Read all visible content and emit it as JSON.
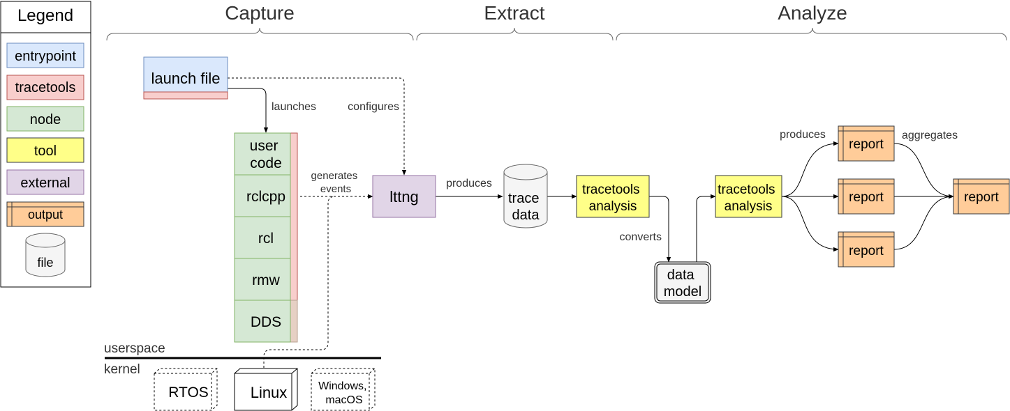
{
  "legend": {
    "title": "Legend",
    "items": [
      "entrypoint",
      "tracetools",
      "node",
      "tool",
      "external",
      "output",
      "file"
    ]
  },
  "phases": [
    "Capture",
    "Extract",
    "Analyze"
  ],
  "nodes": {
    "launch_file": "launch file",
    "stack": [
      "user code",
      "rclcpp",
      "rcl",
      "rmw",
      "DDS"
    ],
    "lttng": "lttng",
    "trace_data": "trace data",
    "tracetools_analysis_1": "tracetools analysis",
    "data_model": "data model",
    "tracetools_analysis_2": "tracetools analysis",
    "reports": [
      "report",
      "report",
      "report"
    ],
    "final_report": "report"
  },
  "edges": {
    "launches": "launches",
    "configures": "configures",
    "generates_events": "generates events",
    "produces_1": "produces",
    "converts": "converts",
    "produces_2": "produces",
    "aggregates": "aggregates"
  },
  "layers": {
    "userspace": "userspace",
    "kernel": "kernel"
  },
  "os": [
    "RTOS",
    "Linux",
    "Windows, macOS"
  ],
  "colors": {
    "entrypoint": "#dae8fc",
    "entrypoint_stroke": "#6c8ebf",
    "tracetools": "#f8cecc",
    "tracetools_stroke": "#b85450",
    "node": "#d5e8d4",
    "node_stroke": "#82b366",
    "tool": "#ffff88",
    "tool_stroke": "#36393d",
    "external": "#e1d5e7",
    "external_stroke": "#9673a6",
    "output": "#ffcc99",
    "output_stroke": "#36393d",
    "file": "#f5f5f5",
    "file_stroke": "#666666"
  }
}
